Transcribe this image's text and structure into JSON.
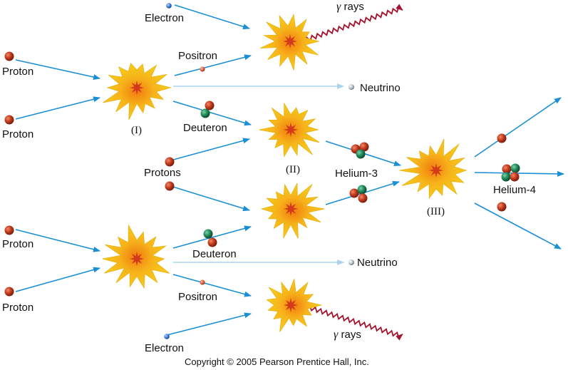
{
  "labels": {
    "proton": "Proton",
    "protons": "Protons",
    "electron": "Electron",
    "positron": "Positron",
    "neutrino": "Neutrino",
    "deuteron": "Deuteron",
    "helium3": "Helium-3",
    "helium4": "Helium-4",
    "gamma_symbol": "γ",
    "gamma_rays": "rays",
    "step_1": "(I)",
    "step_2": "(II)",
    "step_3": "(III)"
  },
  "copyright": "Copyright © 2005 Pearson Prentice Hall, Inc.",
  "colors": {
    "arrow": "#1a8fd6",
    "neutrino_arrow": "#a9d4ee",
    "proton": "#c23a1c",
    "neutron": "#1f8a5a",
    "electron": "#3a7bd5",
    "positron": "#e06040",
    "neutrino": "#b8c4cc",
    "gamma_wave": "#a3132e",
    "burst_outer": "#f5d21a",
    "burst_inner": "#f07a10",
    "burst_core": "#d23a1a"
  },
  "icons": [
    "burst-icon",
    "proton-icon",
    "neutron-icon",
    "electron-icon",
    "positron-icon",
    "neutrino-icon",
    "gamma-wave-icon"
  ]
}
